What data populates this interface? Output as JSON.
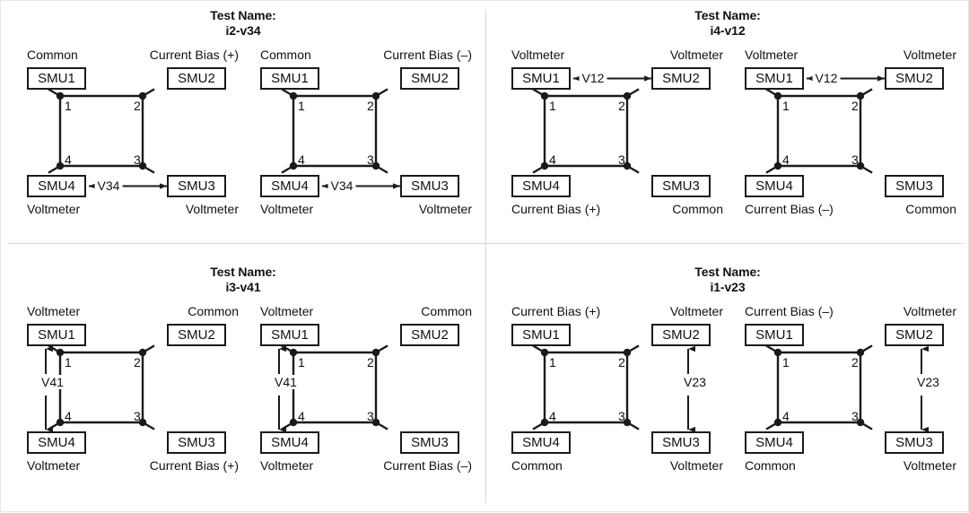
{
  "figure": {
    "title_prefix": "Test Name:",
    "labels": {
      "common": "Common",
      "voltmeter": "Voltmeter",
      "bias_pos": "Current Bias (+)",
      "bias_neg": "Current Bias (–)",
      "smu1": "SMU1",
      "smu2": "SMU2",
      "smu3": "SMU3",
      "smu4": "SMU4",
      "node1": "1",
      "node2": "2",
      "node3": "3",
      "node4": "4"
    },
    "colors": {
      "ink": "#111111",
      "wire": "#1a1a1a",
      "divider": "#d8d8d8",
      "background": "#ffffff"
    }
  },
  "quadrants": [
    {
      "id": "i2-v34",
      "test_name": "i2-v34",
      "cells": [
        {
          "polarity": "+",
          "corner_tl": "Common",
          "corner_tr": "Current Bias (+)",
          "corner_bl": "Voltmeter",
          "corner_br": "Voltmeter",
          "measure": {
            "label": "V34",
            "orientation": "horizontal",
            "position": "bottom"
          }
        },
        {
          "polarity": "–",
          "corner_tl": "Common",
          "corner_tr": "Current Bias (–)",
          "corner_bl": "Voltmeter",
          "corner_br": "Voltmeter",
          "measure": {
            "label": "V34",
            "orientation": "horizontal",
            "position": "bottom"
          }
        }
      ]
    },
    {
      "id": "i4-v12",
      "test_name": "i4-v12",
      "cells": [
        {
          "polarity": "+",
          "corner_tl": "Voltmeter",
          "corner_tr": "Voltmeter",
          "corner_bl": "Current Bias (+)",
          "corner_br": "Common",
          "measure": {
            "label": "V12",
            "orientation": "horizontal",
            "position": "top"
          }
        },
        {
          "polarity": "–",
          "corner_tl": "Voltmeter",
          "corner_tr": "Voltmeter",
          "corner_bl": "Current Bias (–)",
          "corner_br": "Common",
          "measure": {
            "label": "V12",
            "orientation": "horizontal",
            "position": "top"
          }
        }
      ]
    },
    {
      "id": "i3-v41",
      "test_name": "i3-v41",
      "cells": [
        {
          "polarity": "+",
          "corner_tl": "Voltmeter",
          "corner_tr": "Common",
          "corner_bl": "Voltmeter",
          "corner_br": "Current Bias (+)",
          "measure": {
            "label": "V41",
            "orientation": "vertical",
            "position": "left"
          }
        },
        {
          "polarity": "–",
          "corner_tl": "Voltmeter",
          "corner_tr": "Common",
          "corner_bl": "Voltmeter",
          "corner_br": "Current Bias (–)",
          "measure": {
            "label": "V41",
            "orientation": "vertical",
            "position": "left"
          }
        }
      ]
    },
    {
      "id": "i1-v23",
      "test_name": "i1-v23",
      "cells": [
        {
          "polarity": "+",
          "corner_tl": "Current Bias (+)",
          "corner_tr": "Voltmeter",
          "corner_bl": "Common",
          "corner_br": "Voltmeter",
          "measure": {
            "label": "V23",
            "orientation": "vertical",
            "position": "right"
          }
        },
        {
          "polarity": "–",
          "corner_tl": "Current Bias (–)",
          "corner_tr": "Voltmeter",
          "corner_bl": "Common",
          "corner_br": "Voltmeter",
          "measure": {
            "label": "V23",
            "orientation": "vertical",
            "position": "right"
          }
        }
      ]
    }
  ]
}
